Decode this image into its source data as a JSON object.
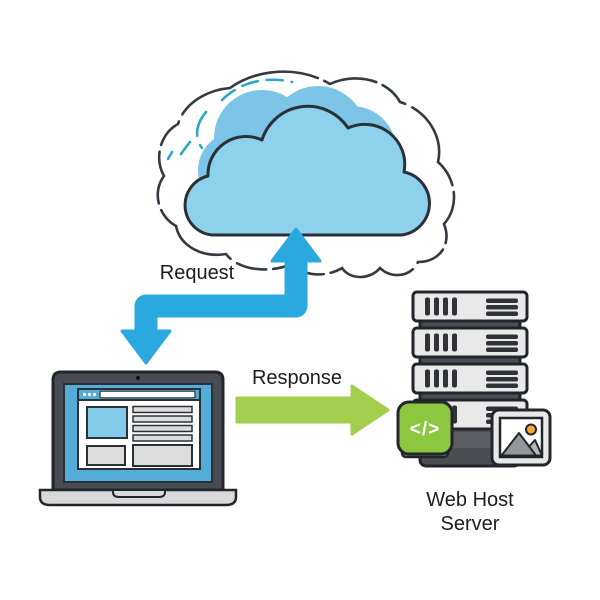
{
  "labels": {
    "request": "Request",
    "response": "Response",
    "web_host_line1": "Web Host",
    "web_host_line2": "Server"
  },
  "icons": {
    "cloud": "cloud-icon",
    "laptop": "laptop-icon",
    "server_stack": "server-stack-icon",
    "code": "code-icon",
    "code_glyph": "</>",
    "image": "image-icon",
    "sun": "sun-icon"
  },
  "colors": {
    "cloud_fill": "#8ed1ed",
    "cloud_back_fill": "#7cc5e8",
    "teal_dash": "#2ba7c8",
    "outline_dark": "#2b3036",
    "request_arrow_blue": "#29a9dd",
    "response_arrow_green": "#a3ce4e",
    "laptop_screen_blue": "#54acd9",
    "content_blue": "#82cbe9",
    "code_icon_green": "#8dc63f",
    "code_icon_shadow_green": "#76ab33",
    "sun_orange": "#f5a73b",
    "laptop_base_gray": "#d9d9d9",
    "server_unit_gray": "#e9e9e9",
    "server_body_gray": "#4b4f54"
  }
}
